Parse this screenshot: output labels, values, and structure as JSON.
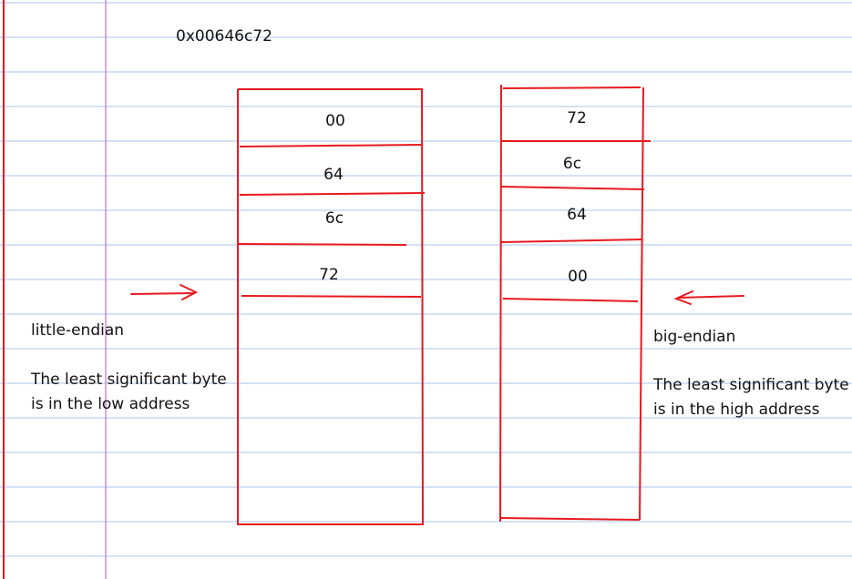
{
  "hex_value": "0x00646c72",
  "little_endian": {
    "title": "little-endian",
    "description_line1": "The least significant byte",
    "description_line2": "is in the low address",
    "cells": [
      "00",
      "64",
      "6c",
      "72"
    ]
  },
  "big_endian": {
    "title": "big-endian",
    "description_line1": "The least significant byte",
    "description_line2": "is in the high address",
    "cells": [
      "72",
      "6c",
      "64",
      "00"
    ]
  },
  "colors": {
    "ink": "#e8191f",
    "rule_line": "#a9c4ec",
    "margin_line": "#c86ad0",
    "left_edge": "#e8191f"
  }
}
